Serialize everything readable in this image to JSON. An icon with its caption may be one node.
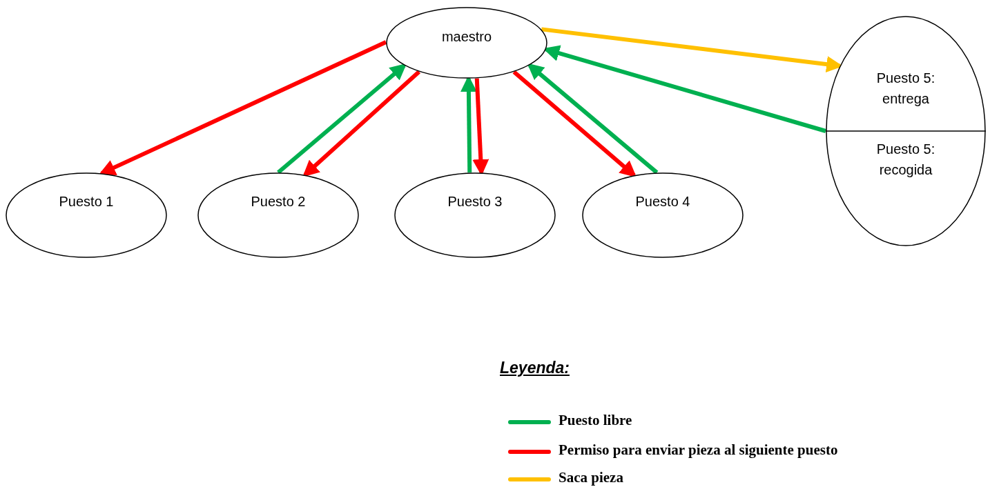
{
  "diagram": {
    "nodes": [
      {
        "text": [
          "maestro"
        ]
      },
      {
        "text": [
          "Puesto 1"
        ]
      },
      {
        "text": [
          "Puesto 2"
        ]
      },
      {
        "text": [
          "Puesto 3"
        ]
      },
      {
        "text": [
          "Puesto 4"
        ]
      },
      {
        "text": [
          "Puesto 5: entrega",
          "Puesto 5: recogida"
        ]
      }
    ],
    "edges": [
      {
        "from": 0,
        "to": 1,
        "arrow": "to",
        "color": "#ff0000"
      },
      {
        "from": 2,
        "to": 0,
        "arrow": "to",
        "color": "#00b050"
      },
      {
        "from": 0,
        "to": 2,
        "arrow": "to",
        "color": "#ff0000"
      },
      {
        "from": 3,
        "to": 0,
        "arrow": "to",
        "color": "#00b050"
      },
      {
        "from": 0,
        "to": 3,
        "arrow": "to",
        "color": "#ff0000"
      },
      {
        "from": 0,
        "to": 4,
        "arrow": "to",
        "color": "#ff0000"
      },
      {
        "from": 4,
        "to": 0,
        "arrow": "to",
        "color": "#00b050"
      },
      {
        "from": 5,
        "to": 0,
        "arrow": "to",
        "color": "#00b050"
      },
      {
        "from": 0,
        "to": 5,
        "arrow": "to",
        "color": "#ffc000"
      }
    ],
    "labels": [
      "Leyenda:"
    ],
    "legend": [
      {
        "text": "Puesto libre",
        "color": "#00b050"
      },
      {
        "text": "Permiso para enviar pieza al siguiente puesto",
        "color": "#ff0000"
      },
      {
        "text": "Saca pieza",
        "color": "#ffc000"
      }
    ]
  }
}
